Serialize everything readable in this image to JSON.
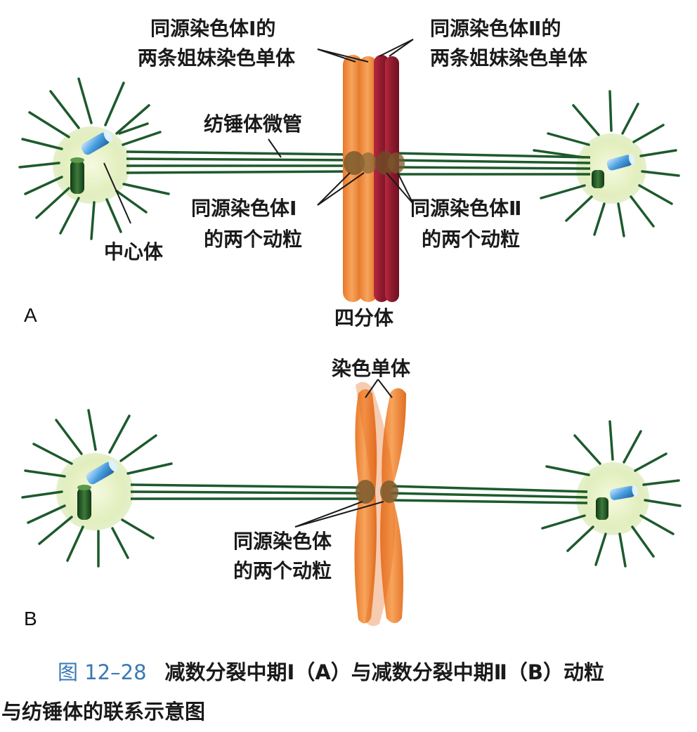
{
  "panel_a": {
    "marker": "A",
    "label_sisters_1_line1": "同源染色体Ⅰ的",
    "label_sisters_1_line2": "两条姐妹染色单体",
    "label_sisters_2_line1": "同源染色体Ⅱ的",
    "label_sisters_2_line2": "两条姐妹染色单体",
    "label_spindle": "纺锤体微管",
    "label_centriole": "中心体",
    "label_kinetochore_1_line1": "同源染色体Ⅰ",
    "label_kinetochore_1_line2": "的两个动粒",
    "label_kinetochore_2_line1": "同源染色体Ⅱ",
    "label_kinetochore_2_line2": "的两个动粒",
    "label_tetrad": "四分体"
  },
  "panel_b": {
    "marker": "B",
    "label_chromatids": "染色单体",
    "label_kinetochores_line1": "同源染色体",
    "label_kinetochores_line2": "的两个动粒"
  },
  "caption": {
    "figure_number": "图 12–28",
    "line1": "减数分裂中期Ⅰ（A）与减数分裂中期Ⅱ（B）动粒",
    "line2": "与纺锤体的联系示意图"
  },
  "colors": {
    "microtubule": "#1d5a2c",
    "centrosome_glow": "#e6f2c4",
    "chromosome_orange": "#f08a3a",
    "chromosome_dark_red": "#9c1f35",
    "kinetochore": "#7a5a2e",
    "figure_number": "#3a78b5"
  }
}
